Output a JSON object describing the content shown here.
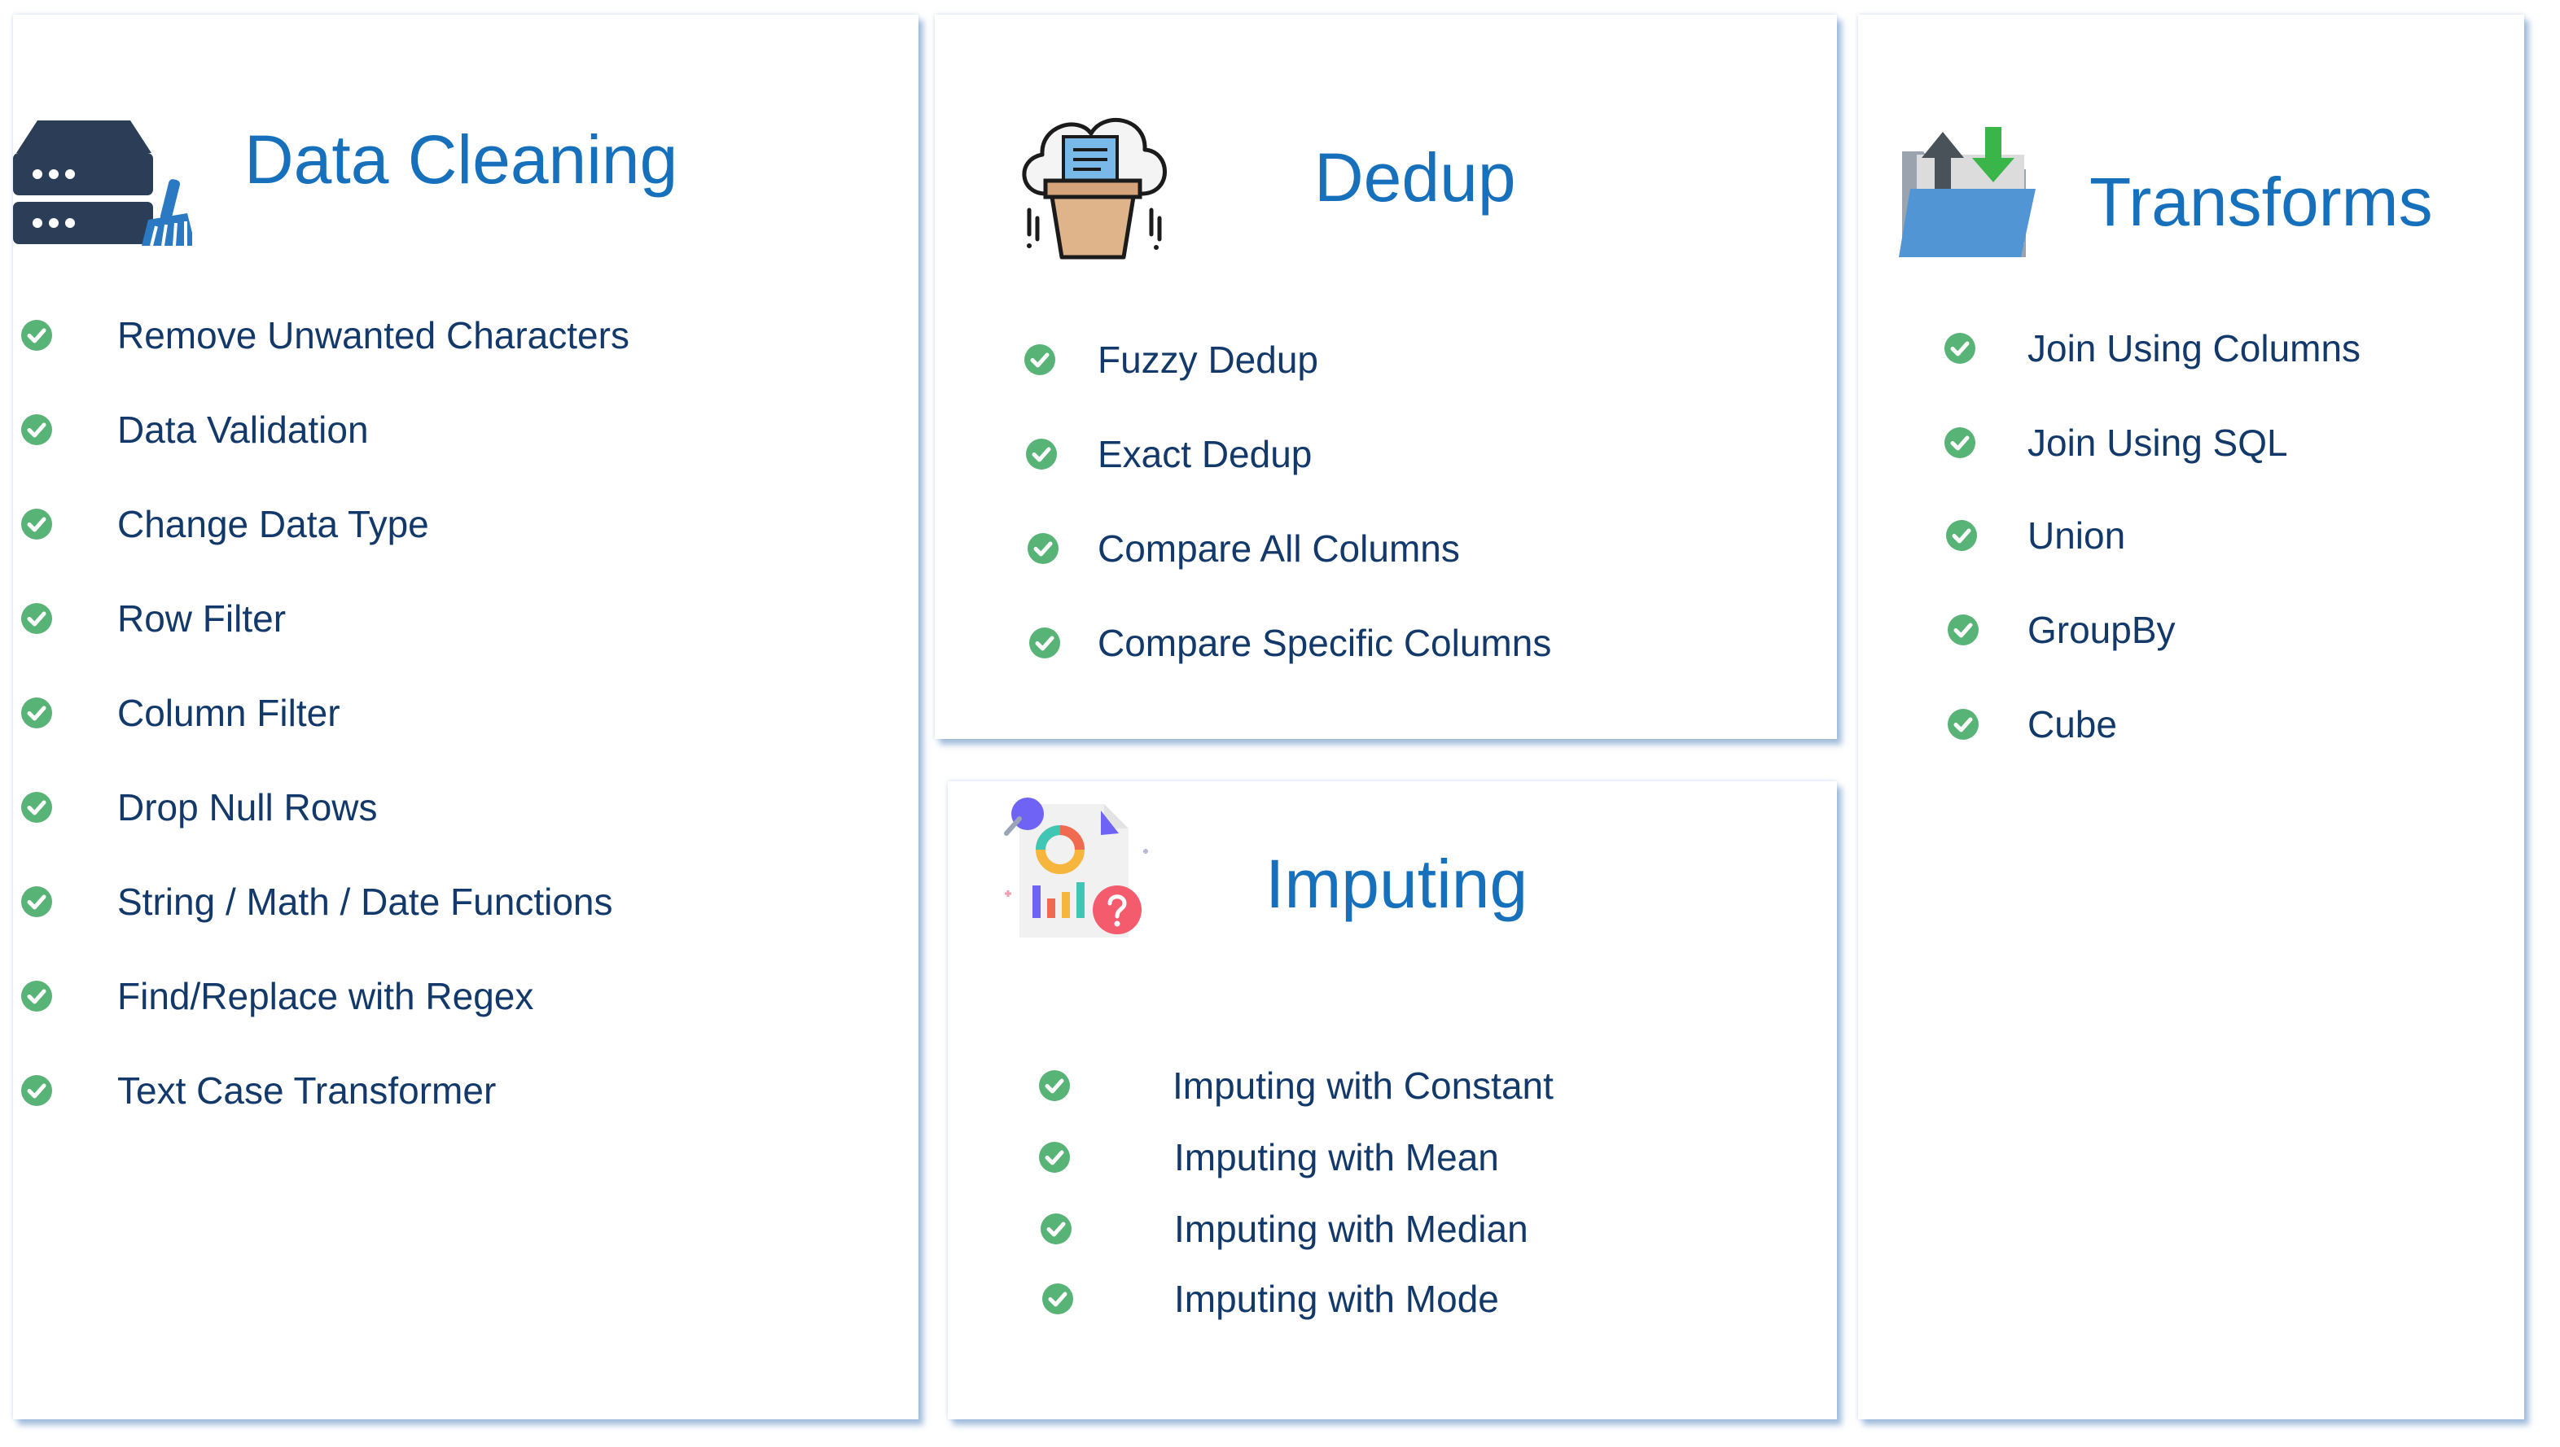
{
  "colors": {
    "title": "#1670bc",
    "item_text": "#13396b",
    "check": "#58b376",
    "card_shadow": "#6d96c8"
  },
  "cards": {
    "data_cleaning": {
      "title": "Data Cleaning",
      "icon": "server-broom-icon",
      "items": [
        "Remove Unwanted Characters",
        "Data Validation",
        "Change Data Type",
        "Row Filter",
        "Column Filter",
        "Drop Null Rows",
        "String / Math / Date Functions",
        "Find/Replace with Regex",
        "Text Case Transformer"
      ]
    },
    "dedup": {
      "title": "Dedup",
      "icon": "cloud-bin-icon",
      "items": [
        "Fuzzy Dedup",
        "Exact Dedup",
        "Compare All Columns",
        "Compare Specific Columns"
      ]
    },
    "imputing": {
      "title": "Imputing",
      "icon": "report-question-icon",
      "items": [
        "Imputing with Constant",
        "Imputing with Mean",
        "Imputing with Median",
        "Imputing with Mode"
      ]
    },
    "transforms": {
      "title": "Transforms",
      "icon": "folder-arrows-icon",
      "items": [
        "Join Using Columns",
        "Join Using SQL",
        "Union",
        "GroupBy",
        "Cube"
      ]
    }
  }
}
